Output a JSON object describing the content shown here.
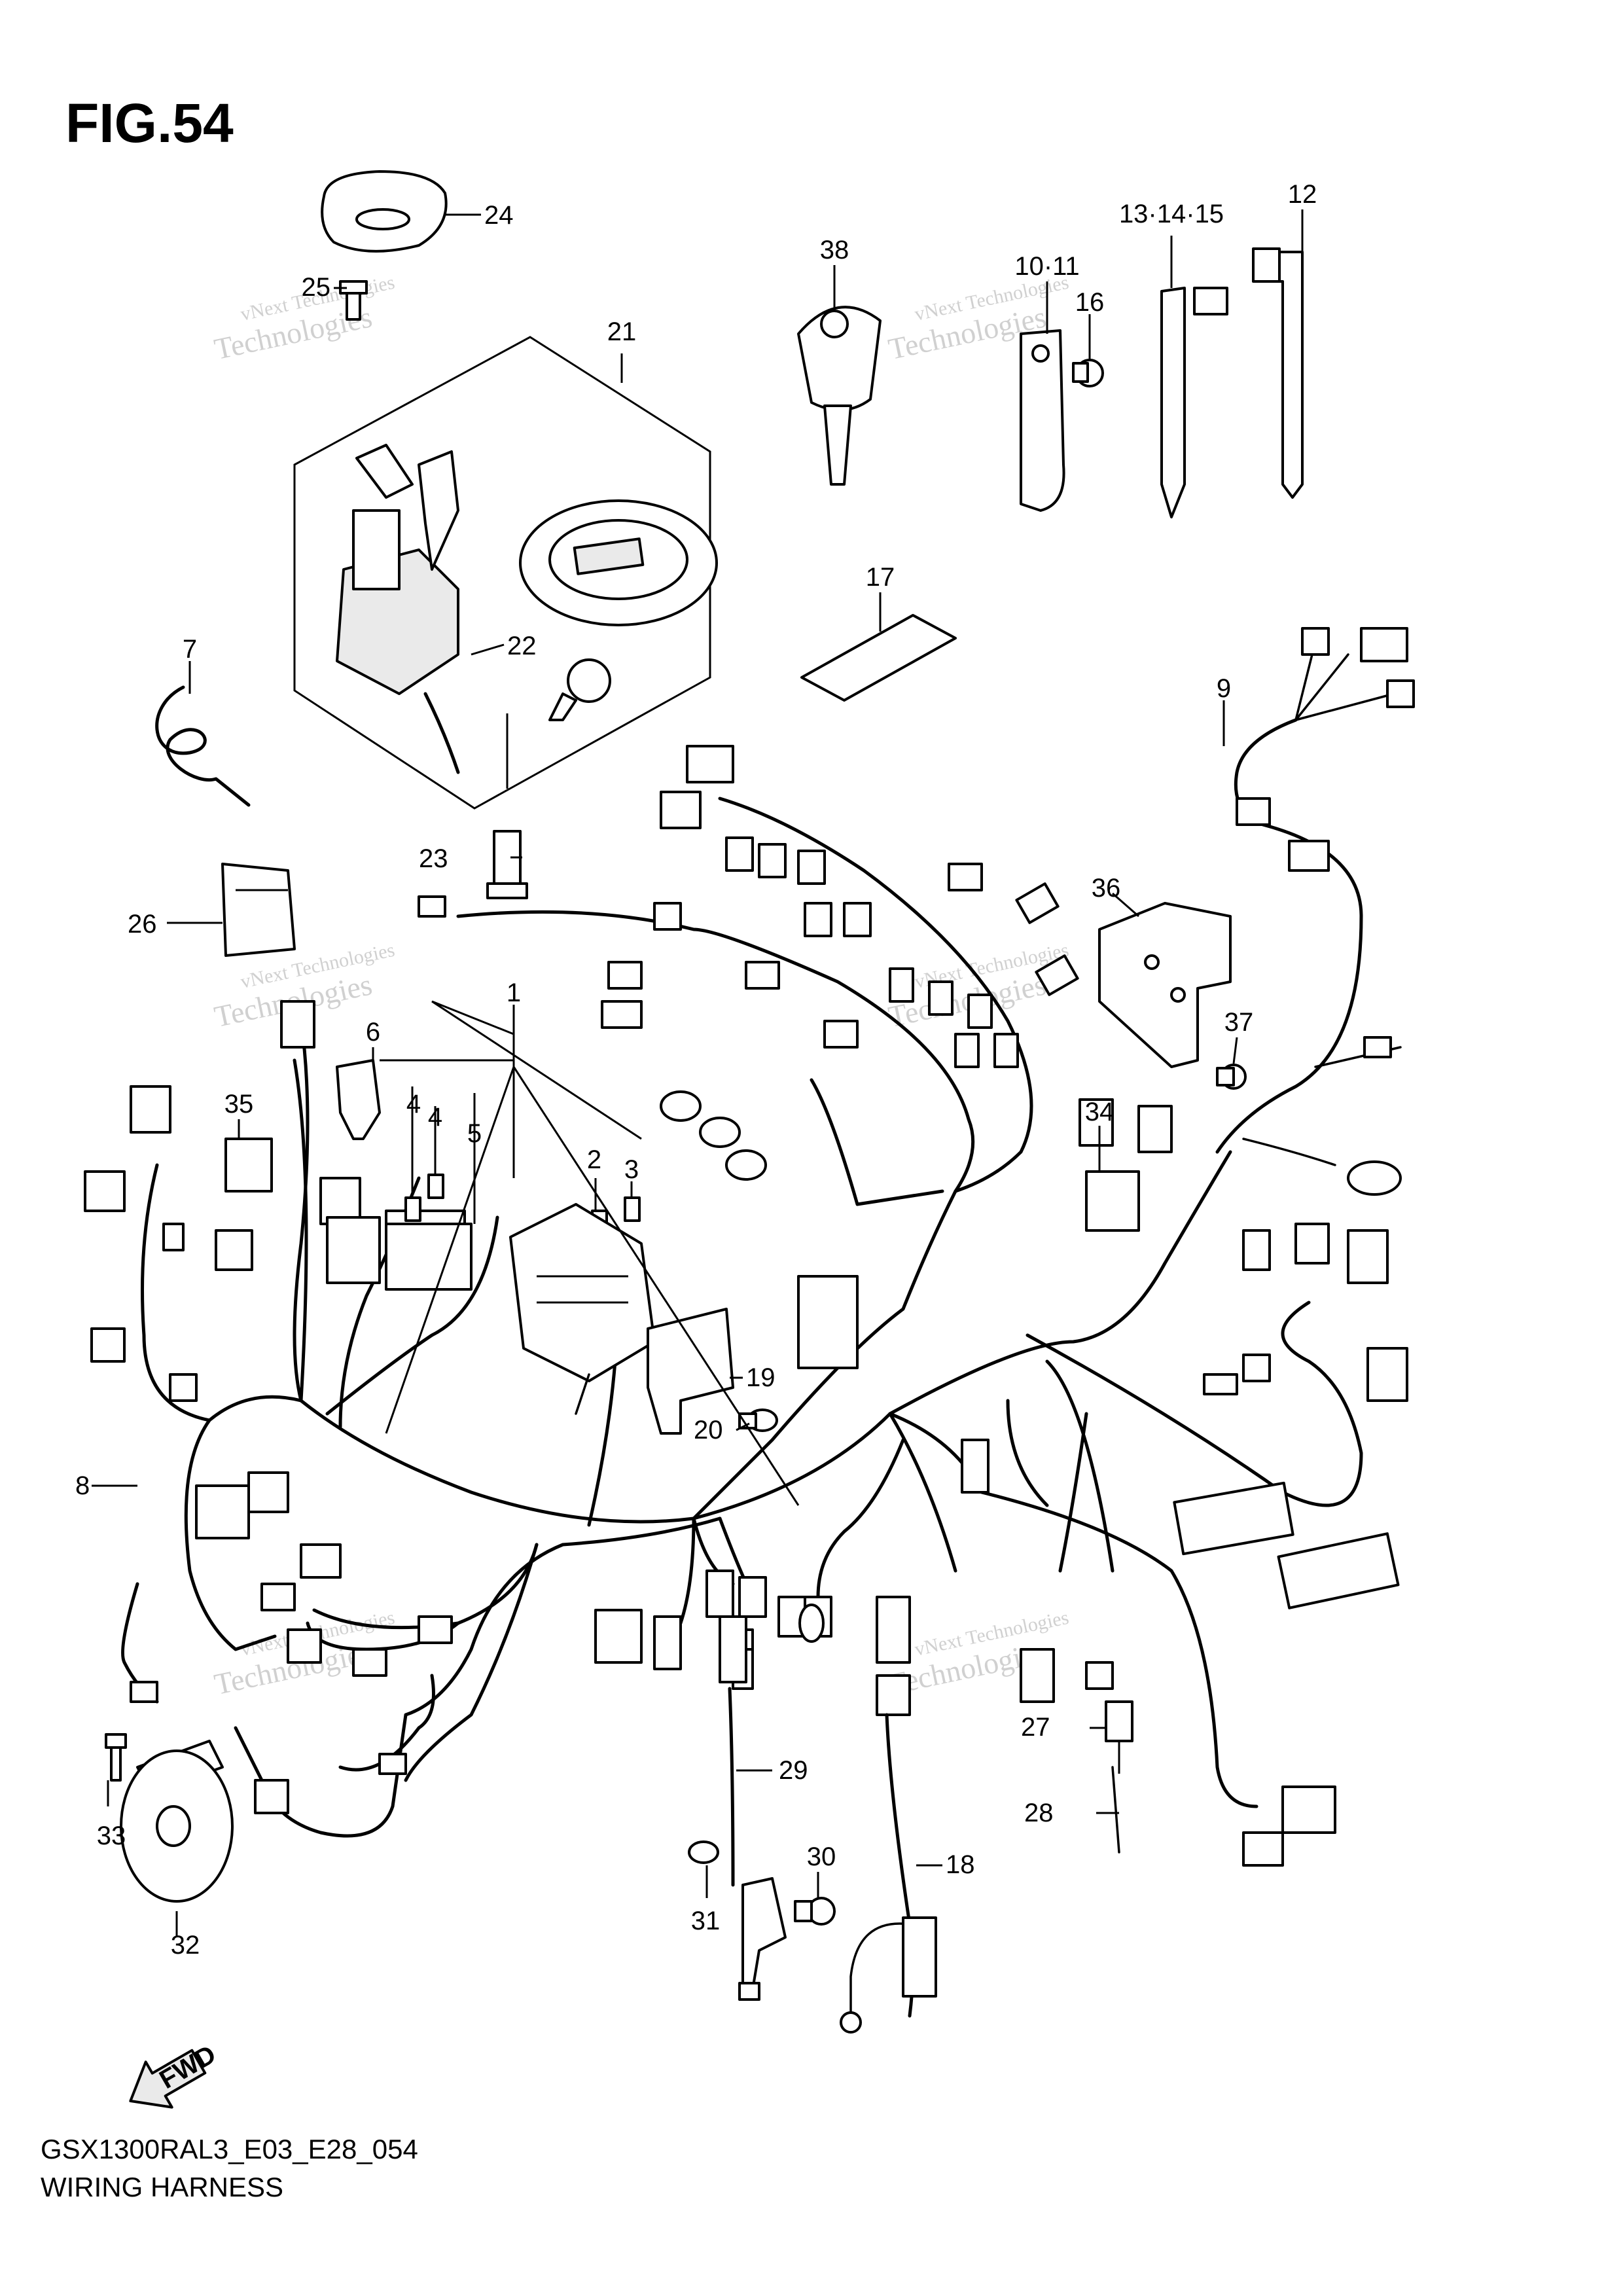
{
  "figure": {
    "title": "FIG.54",
    "code": "GSX1300RAL3_E03_E28_054",
    "name": "WIRING HARNESS"
  },
  "watermark": {
    "line1": "vNext Technologies",
    "line2": "Technologies"
  },
  "fwd_label": "FWD",
  "callouts": [
    "1",
    "2",
    "3",
    "4",
    "4",
    "5",
    "6",
    "7",
    "8",
    "9",
    "10·11",
    "12",
    "13·14·15",
    "16",
    "17",
    "18",
    "19",
    "20",
    "21",
    "22",
    "23",
    "24",
    "25",
    "26",
    "27",
    "28",
    "29",
    "30",
    "31",
    "32",
    "33",
    "34",
    "35",
    "36",
    "37",
    "38"
  ]
}
